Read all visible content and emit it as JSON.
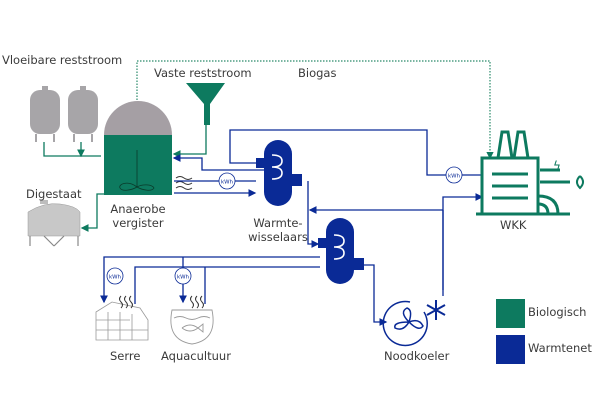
{
  "colors": {
    "biologisch": "#0d7a5f",
    "warmtenet": "#0a2a96",
    "tank_gray": "#a7a5a8",
    "dome_gray": "#a59fa4"
  },
  "labels": {
    "vloeibare_reststroom": "Vloeibare reststroom",
    "vaste_reststroom": "Vaste reststroom",
    "biogas": "Biogas",
    "digestaat": "Digestaat",
    "anaerobe_vergister_1": "Anaerobe",
    "anaerobe_vergister_2": "vergister",
    "warmtewisselaars_1": "Warmte-",
    "warmtewisselaars_2": "wisselaars",
    "wkk": "WKK",
    "serre": "Serre",
    "aquacultuur": "Aquacultuur",
    "noodkoeler": "Noodkoeler",
    "kwh": "kWh"
  },
  "legend": [
    {
      "label": "Biologisch",
      "color": "#0d7a5f"
    },
    {
      "label": "Warmtenet",
      "color": "#0a2a96"
    }
  ]
}
